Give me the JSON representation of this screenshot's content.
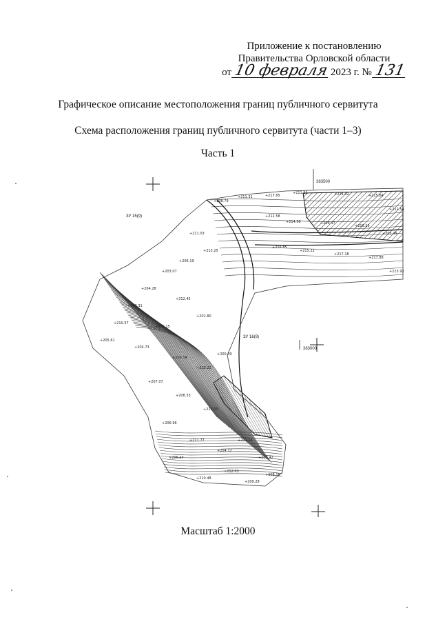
{
  "appendix": {
    "line1": "Приложение к постановлению",
    "line2": "Правительства Орловской области",
    "date_prefix": "от",
    "date_handwritten": "10 февраля",
    "year_text": "2023 г. №",
    "number_handwritten": "131"
  },
  "heading": {
    "title": "Графическое описание местоположения границ публичного сервитута",
    "subtitle": "Схема расположения границ публичного сервитута (части 1–3)",
    "part": "Часть 1"
  },
  "map": {
    "grid_labels": [
      "383500",
      "383000"
    ],
    "zone_labels": [
      "ЗУ 15(9)",
      "ЗУ 16(9)"
    ],
    "elevations": [
      "+208.79",
      "+211.31",
      "+217.65",
      "+211.21",
      "+214.02",
      "+215.64",
      "+211.54",
      "+212.58",
      "+214.98",
      "+209.47",
      "+216.25",
      "+205.45",
      "+216.85",
      "+215.22",
      "+217.18",
      "+217.88",
      "+213.92",
      "+211.03",
      "+213.25",
      "+206.19",
      "+203.07",
      "+204.28",
      "+208.31",
      "+210.57",
      "+205.61",
      "+212.45",
      "+202.80",
      "+201.15",
      "+204.73",
      "+209.14",
      "+210.22",
      "+200.40",
      "+207.07",
      "+208.33",
      "+213.59",
      "+206.96",
      "+211.77",
      "+204.12",
      "+201.26",
      "+203.42",
      "+212.03",
      "+210.48",
      "+205.27",
      "+208.16",
      "+209.28"
    ]
  },
  "footer": {
    "scale": "Масштаб 1:2000"
  }
}
